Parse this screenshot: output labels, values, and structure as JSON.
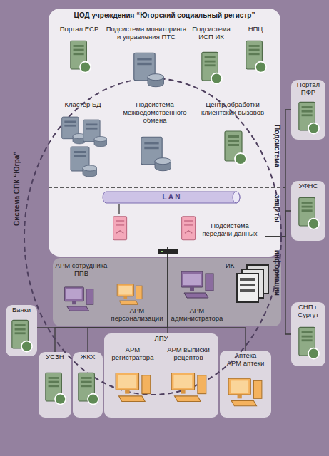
{
  "diagram": {
    "nodes": [
      {
        "text": [
          "ЦОД учреждения “Югорский социальный регистр”"
        ]
      },
      {
        "text": [
          "Портал ЕСР"
        ],
        "in": 0
      },
      {
        "text": [
          "Подсистема мониторинга и управления ПТС"
        ],
        "in": 0
      },
      {
        "text": [
          "Подсистема ИСП ИК"
        ],
        "in": 0
      },
      {
        "text": [
          "НПЦ"
        ],
        "in": 0
      },
      {
        "text": [
          "Кластер БД"
        ],
        "in": 0
      },
      {
        "text": [
          "Подсистема межведомственного обмена"
        ],
        "in": 0
      },
      {
        "text": [
          "Центр обработки клиентских вызовов"
        ],
        "in": 0
      },
      {
        "text": [
          "L A N"
        ],
        "in": 0
      },
      {
        "text": [
          "Подсистема передачи данных"
        ],
        "in": 0
      },
      {
        "text": [
          "Портал ПФР"
        ]
      },
      {
        "text": [
          "УФНС"
        ]
      },
      {
        "text": [
          "АРМ сотрудника ППВ"
        ]
      },
      {
        "text": [
          "АРМ персонализации"
        ]
      },
      {
        "text": [
          "АРМ администратора"
        ]
      },
      {
        "text": [
          "ИК"
        ]
      },
      {
        "text": [
          "Банки"
        ]
      },
      {
        "text": [
          "СНП г. Сургут"
        ]
      },
      {
        "text": [
          "УСЗН"
        ]
      },
      {
        "text": [
          "ЖКХ"
        ]
      },
      {
        "text": [
          "ЛПУ"
        ]
      },
      {
        "text": [
          "АРМ регистратора"
        ],
        "in": 20
      },
      {
        "text": [
          "АРМ выписки рецептов"
        ],
        "in": 20
      },
      {
        "text": [
          "Аптека",
          "АРМ аптеки"
        ]
      }
    ],
    "edges": [
      {
        "from": 8,
        "to": 9,
        "arrow": "none"
      },
      {
        "from": 9,
        "to": 10,
        "arrow": "none"
      },
      {
        "from": 9,
        "to": 11,
        "arrow": "none"
      },
      {
        "from": 9,
        "to": 17,
        "arrow": "none"
      },
      {
        "from": 9,
        "to": 16,
        "arrow": "none"
      },
      {
        "from": 9,
        "to": 18,
        "arrow": "none"
      },
      {
        "from": 9,
        "to": 19,
        "arrow": "none"
      },
      {
        "from": 9,
        "to": 20,
        "arrow": "none"
      },
      {
        "from": 9,
        "to": 23,
        "arrow": "none"
      }
    ],
    "labels": [
      "Система СПК “Югра”",
      "Подсистема защиты информации"
    ]
  }
}
